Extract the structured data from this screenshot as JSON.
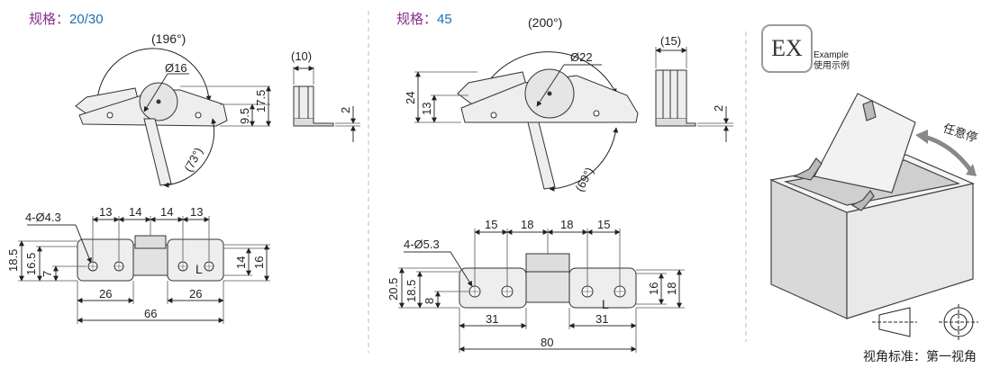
{
  "left_section": {
    "spec_key": "规格：",
    "spec_value": "20/30",
    "side_view": {
      "open_angle": "(196°)",
      "stop_angle": "(73°)",
      "shaft_dia": "Ø16",
      "dims": [
        "9.5",
        "17.5"
      ]
    },
    "end_view": {
      "thickness": "(10)",
      "plate": "2"
    },
    "plan_view": {
      "hole_callout": "4-Ø4.3",
      "top_dims": [
        "13",
        "14",
        "14",
        "13"
      ],
      "left_dims": [
        "18.5",
        "16.5",
        "7"
      ],
      "right_dims": [
        "14",
        "16"
      ],
      "bottom_dims": [
        "26",
        "26"
      ],
      "overall": "66",
      "mark": "L"
    }
  },
  "middle_section": {
    "spec_key": "规格：",
    "spec_value": "45",
    "side_view": {
      "open_angle": "(200°)",
      "stop_angle": "(69°)",
      "shaft_dia": "Ø22",
      "dims": [
        "24",
        "13"
      ]
    },
    "end_view": {
      "thickness": "(15)",
      "plate": "2"
    },
    "plan_view": {
      "hole_callout": "4-Ø5.3",
      "top_dims": [
        "15",
        "18",
        "18",
        "15"
      ],
      "left_dims": [
        "20.5",
        "18.5",
        "8"
      ],
      "right_dims": [
        "16",
        "18"
      ],
      "bottom_dims": [
        "31",
        "31"
      ],
      "overall": "80",
      "mark": "L"
    }
  },
  "example": {
    "badge": "EX",
    "label_en": "Example",
    "label_cn": "使用示例",
    "arrow_label": "任意停"
  },
  "view_standard": "视角标准：第一视角"
}
